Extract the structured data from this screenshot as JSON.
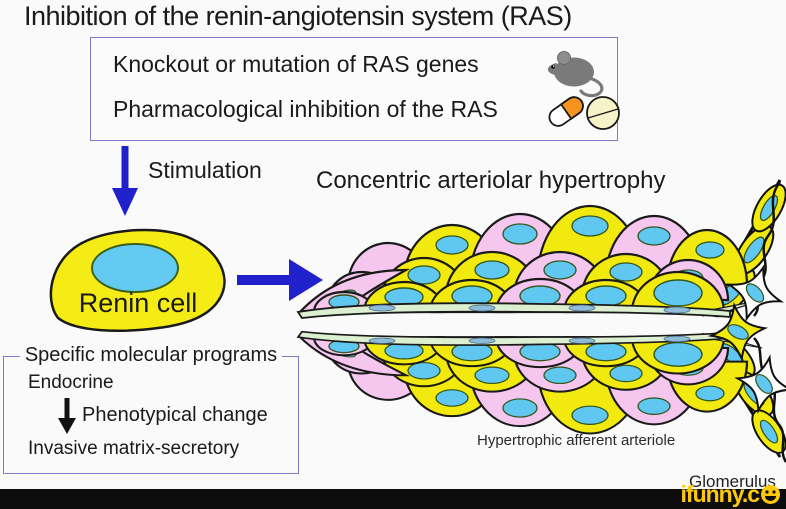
{
  "page": {
    "title": "Inhibition of the renin-angiotensin system (RAS)"
  },
  "causes_box": {
    "line1": "Knockout or mutation of RAS genes",
    "line2": "Pharmacological inhibition of the RAS",
    "icons": [
      "mouse-icon",
      "capsule-icon",
      "tablet-icon"
    ]
  },
  "flow": {
    "stimulation": "Stimulation",
    "renin_cell": "Renin cell"
  },
  "arteriole": {
    "heading": "Concentric arteriolar hypertrophy",
    "caption": "Hypertrophic afferent arteriole",
    "glomerulus": "Glomerulus"
  },
  "programs_box": {
    "title": "Specific molecular programs",
    "state_from": "Endocrine",
    "transition": "Phenotypical change",
    "state_to": "Invasive matrix-secretory"
  },
  "watermark": {
    "brand_text": "ifunny.c",
    "brand_full": "ifunny.co",
    "icon": "smiley-icon"
  },
  "colors": {
    "cell_yellow": "#F2E90F",
    "cell_pink": "#F5C6EE",
    "nucleus_blue": "#60C7F0",
    "endothelium_green": "#DCEFD0",
    "arrow_blue": "#2121CB",
    "box_border": "#7B7BC6",
    "capsule_orange": "#F7941D",
    "watermark_yellow": "#FFC90B"
  }
}
